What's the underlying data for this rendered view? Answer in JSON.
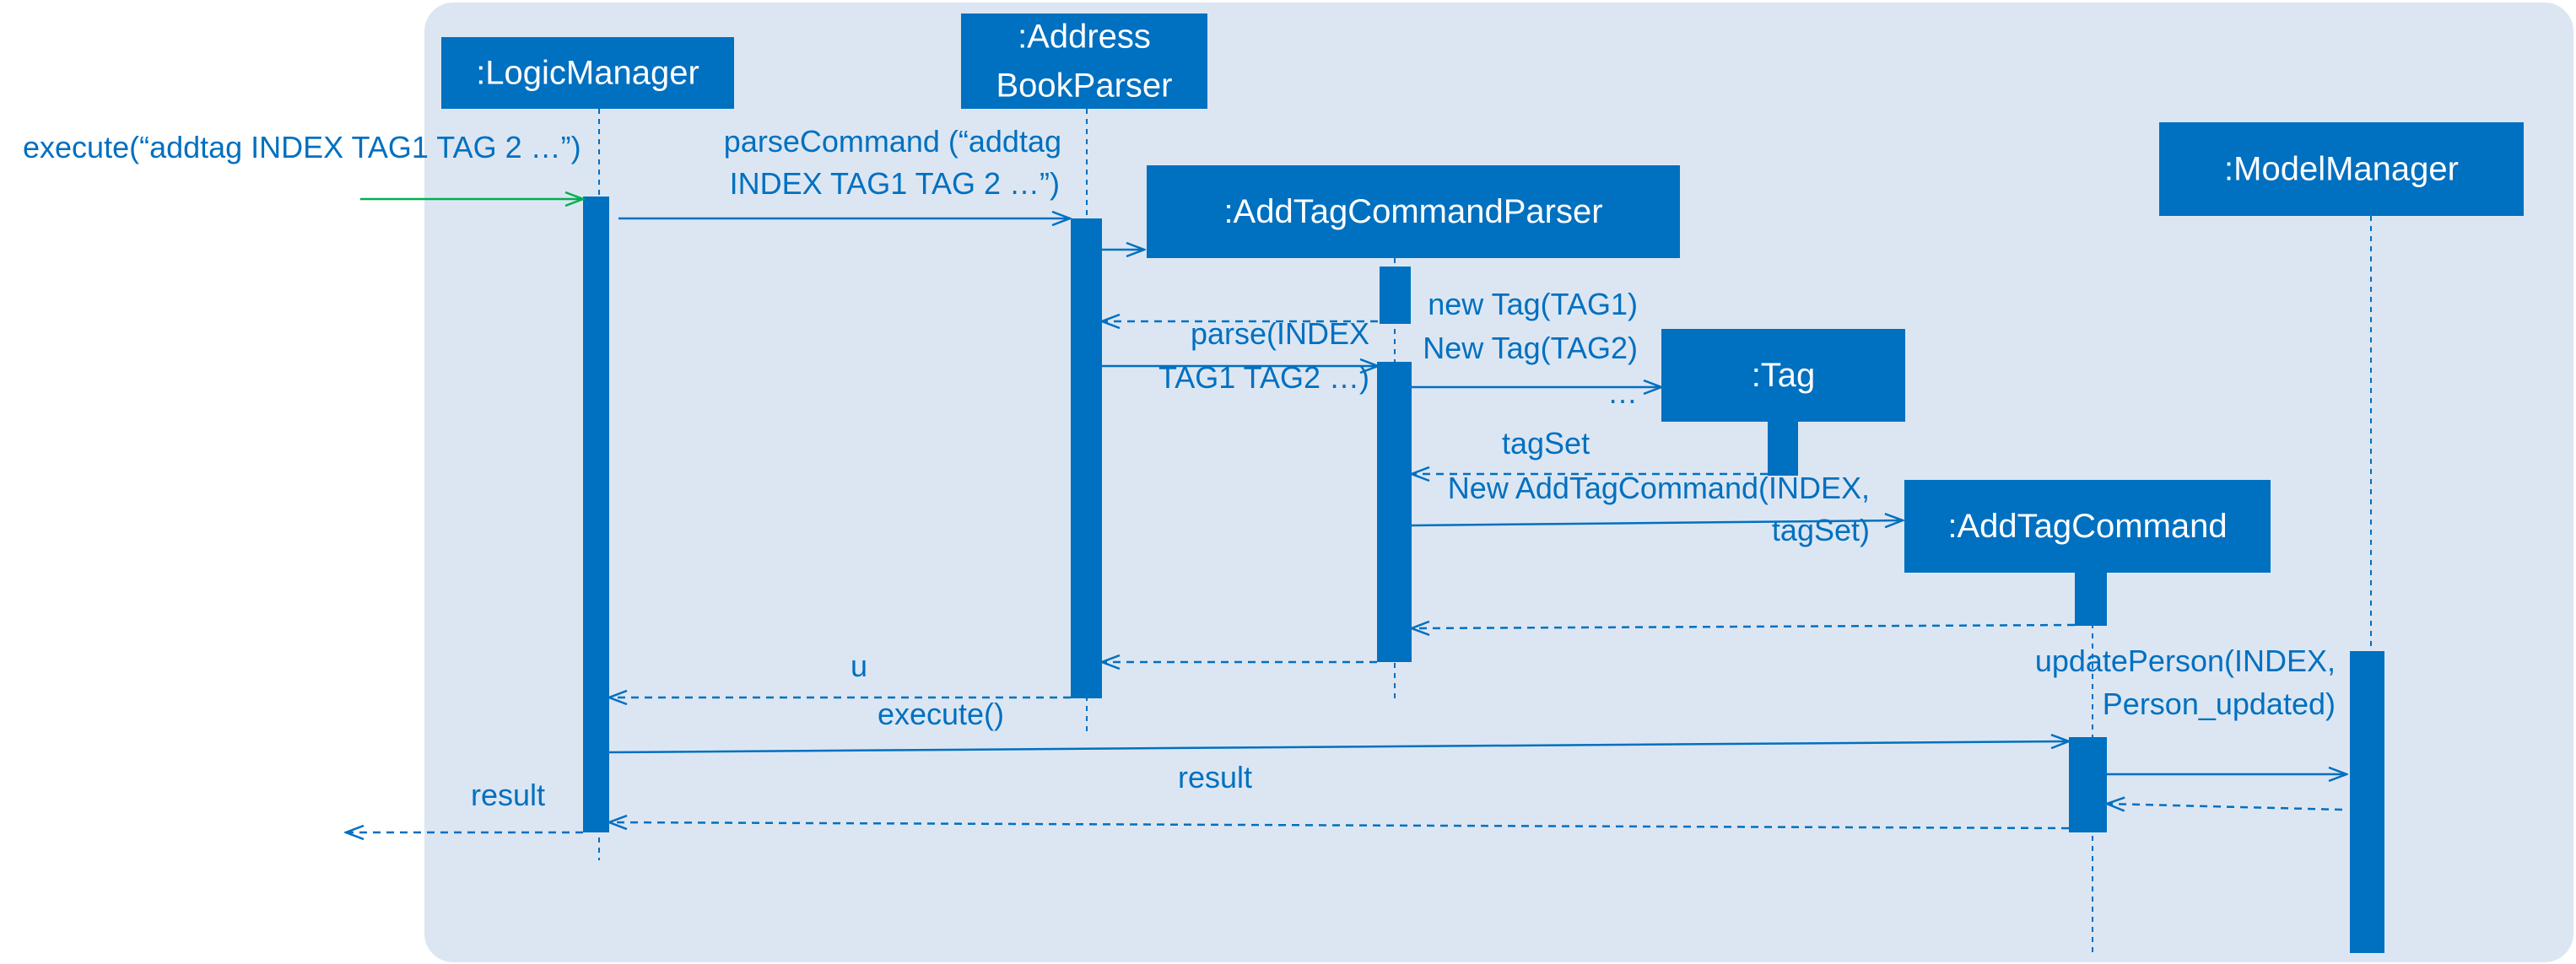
{
  "colors": {
    "panel": "#DCE6F2",
    "primary": "#0070C0",
    "box_text": "#FFFFFF",
    "message_text": "#0070C0",
    "green_arrow": "#00B050"
  },
  "participants": [
    {
      "id": "logic",
      "lines": [
        ":LogicManager"
      ]
    },
    {
      "id": "parser",
      "lines": [
        ":Address",
        "BookParser"
      ]
    },
    {
      "id": "addtagparser",
      "lines": [
        ":AddTagCommandParser"
      ]
    },
    {
      "id": "modelmanager",
      "lines": [
        ":ModelManager"
      ]
    },
    {
      "id": "tag",
      "lines": [
        ":Tag"
      ]
    },
    {
      "id": "addtagcommand",
      "lines": [
        ":AddTagCommand"
      ]
    }
  ],
  "messages": [
    {
      "id": "execute-in",
      "from": "external",
      "to": "logic",
      "kind": "sync",
      "lines": [
        "execute(“addtag INDEX TAG1 TAG 2 …”)"
      ]
    },
    {
      "id": "parse-command",
      "from": "logic",
      "to": "parser",
      "kind": "sync",
      "lines": [
        "parseCommand (“addtag",
        "INDEX TAG1 TAG 2 …”)"
      ]
    },
    {
      "id": "create-parser",
      "from": "parser",
      "to": "addtagparser",
      "kind": "create",
      "lines": []
    },
    {
      "id": "return-parser",
      "from": "addtagparser",
      "to": "parser",
      "kind": "return",
      "lines": []
    },
    {
      "id": "parse",
      "from": "parser",
      "to": "addtagparser",
      "kind": "sync",
      "lines": [
        "parse(INDEX",
        "TAG1 TAG2 …)"
      ]
    },
    {
      "id": "new-tag",
      "from": "addtagparser",
      "to": "tag",
      "kind": "create",
      "lines": [
        "new Tag(TAG1)",
        "New Tag(TAG2)",
        "…"
      ]
    },
    {
      "id": "tagset-return",
      "from": "tag",
      "to": "addtagparser",
      "kind": "return",
      "lines": [
        "tagSet"
      ]
    },
    {
      "id": "new-command",
      "from": "addtagparser",
      "to": "addtagcommand",
      "kind": "create",
      "lines": [
        "New AddTagCommand(INDEX,",
        "tagSet)"
      ]
    },
    {
      "id": "return-command",
      "from": "addtagcommand",
      "to": "addtagparser",
      "kind": "return",
      "lines": []
    },
    {
      "id": "return-to-parser",
      "from": "addtagparser",
      "to": "parser",
      "kind": "return",
      "lines": []
    },
    {
      "id": "u-return",
      "from": "parser",
      "to": "logic",
      "kind": "return",
      "lines": [
        "u"
      ]
    },
    {
      "id": "execute",
      "from": "logic",
      "to": "addtagcommand",
      "kind": "sync",
      "lines": [
        "execute()"
      ]
    },
    {
      "id": "update-person",
      "from": "addtagcommand",
      "to": "modelmanager",
      "kind": "sync",
      "lines": [
        "updatePerson(INDEX,",
        "Person_updated)"
      ]
    },
    {
      "id": "update-return",
      "from": "modelmanager",
      "to": "addtagcommand",
      "kind": "return",
      "lines": []
    },
    {
      "id": "result-return",
      "from": "addtagcommand",
      "to": "logic",
      "kind": "return",
      "lines": [
        "result"
      ]
    },
    {
      "id": "result-out",
      "from": "logic",
      "to": "external",
      "kind": "return",
      "lines": [
        "result"
      ]
    }
  ]
}
